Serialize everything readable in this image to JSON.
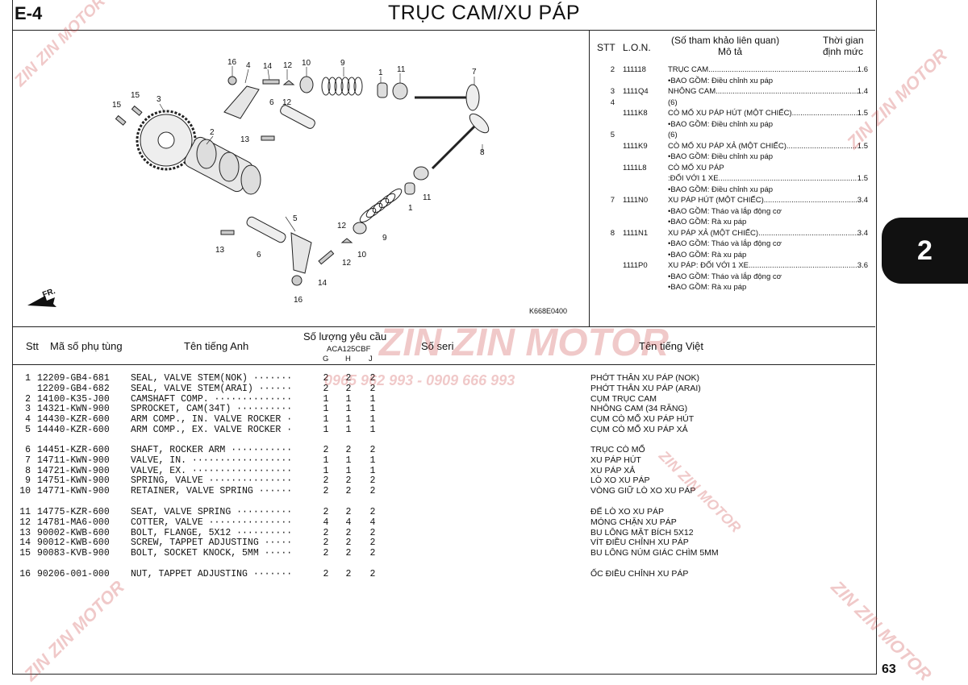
{
  "header": {
    "code": "E-4",
    "title": "TRỤC CAM/XU PÁP"
  },
  "diagram": {
    "callouts": [
      "16",
      "4",
      "14",
      "12",
      "10",
      "9",
      "1",
      "11",
      "7",
      "15",
      "15",
      "3",
      "6",
      "12",
      "2",
      "13",
      "8",
      "11",
      "1",
      "5",
      "12",
      "13",
      "6",
      "10",
      "9",
      "14",
      "12",
      "16"
    ],
    "fr_label": "FR.",
    "ref_code": "K668E0400"
  },
  "ref_panel": {
    "headers": {
      "stt": "STT",
      "lon": "L.O.N.",
      "desc_top": "(Số tham khảo liên quan)",
      "desc": "Mô tả",
      "time_top": "Thời gian",
      "time": "định mức"
    },
    "rows": [
      {
        "stt": "2",
        "lon": "111118",
        "desc": "TRỤC CAM",
        "val": "1.6"
      },
      {
        "stt": "",
        "lon": "",
        "desc": "•BAO GỒM: Điều chỉnh xu páp",
        "val": ""
      },
      {
        "stt": "3",
        "lon": "1111Q4",
        "desc": "NHÔNG CAM",
        "val": "1.4"
      },
      {
        "stt": "4",
        "lon": "",
        "desc": "(6)",
        "val": ""
      },
      {
        "stt": "",
        "lon": "1111K8",
        "desc": "CÒ MỔ XU PÁP HÚT (MỘT CHIẾC)",
        "val": "1.5"
      },
      {
        "stt": "",
        "lon": "",
        "desc": "•BAO GỒM: Điều chỉnh xu páp",
        "val": ""
      },
      {
        "stt": "5",
        "lon": "",
        "desc": "(6)",
        "val": ""
      },
      {
        "stt": "",
        "lon": "1111K9",
        "desc": "CÒ MỔ XU PÁP XẢ (MỘT CHIẾC)",
        "val": "1.5"
      },
      {
        "stt": "",
        "lon": "",
        "desc": "•BAO GỒM: Điều chỉnh xu páp",
        "val": ""
      },
      {
        "stt": "",
        "lon": "1111L8",
        "desc": "CÒ MỔ XU PÁP",
        "val": ""
      },
      {
        "stt": "",
        "lon": "",
        "desc": ":ĐỐI VỚI 1 XE",
        "val": "1.5"
      },
      {
        "stt": "",
        "lon": "",
        "desc": "•BAO GỒM: Điều chỉnh xu páp",
        "val": ""
      },
      {
        "stt": "7",
        "lon": "1111N0",
        "desc": "XU PÁP HÚT (MỘT CHIẾC)",
        "val": "3.4"
      },
      {
        "stt": "",
        "lon": "",
        "desc": "•BAO GỒM: Tháo và lắp động cơ",
        "val": ""
      },
      {
        "stt": "",
        "lon": "",
        "desc": "•BAO GỒM: Rà xu páp",
        "val": ""
      },
      {
        "stt": "8",
        "lon": "1111N1",
        "desc": "XU PÁP XẢ (MỘT CHIẾC)",
        "val": "3.4"
      },
      {
        "stt": "",
        "lon": "",
        "desc": "•BAO GỒM: Tháo và lắp động cơ",
        "val": ""
      },
      {
        "stt": "",
        "lon": "",
        "desc": "•BAO GỒM: Rà xu páp",
        "val": ""
      },
      {
        "stt": "",
        "lon": "1111P0",
        "desc": "XU PÁP: ĐỐI VỚI 1 XE",
        "val": "3.6"
      },
      {
        "stt": "",
        "lon": "",
        "desc": "•BAO GỒM: Tháo và lắp động cơ",
        "val": ""
      },
      {
        "stt": "",
        "lon": "",
        "desc": "•BAO GỒM: Rà xu páp",
        "val": ""
      }
    ]
  },
  "table": {
    "headers": {
      "stt": "Stt",
      "part": "Mã số phụ tùng",
      "eng": "Tên tiếng Anh",
      "qty": "Số lượng yêu cầu",
      "model": "ACA125CBF",
      "g": "G",
      "h": "H",
      "j": "J",
      "serial": "Số seri",
      "vn": "Tên tiếng Việt"
    },
    "rows": [
      {
        "stt": "1",
        "part": "12209-GB4-681",
        "eng": "SEAL, VALVE STEM(NOK) ·······",
        "g": "2",
        "h": "2",
        "j": "2",
        "vn": "PHỚT THÂN XU PÁP (NOK)"
      },
      {
        "stt": "",
        "part": "12209-GB4-682",
        "eng": "SEAL, VALVE STEM(ARAI) ······",
        "g": "2",
        "h": "2",
        "j": "2",
        "vn": "PHỚT THÂN XU PÁP (ARAI)"
      },
      {
        "stt": "2",
        "part": "14100-K35-J00",
        "eng": "CAMSHAFT COMP. ··············",
        "g": "1",
        "h": "1",
        "j": "1",
        "vn": "CỤM TRỤC CAM"
      },
      {
        "stt": "3",
        "part": "14321-KWN-900",
        "eng": "SPROCKET, CAM(34T) ··········",
        "g": "1",
        "h": "1",
        "j": "1",
        "vn": "NHÔNG CAM (34 RĂNG)"
      },
      {
        "stt": "4",
        "part": "14430-KZR-600",
        "eng": "ARM COMP., IN. VALVE ROCKER ·",
        "g": "1",
        "h": "1",
        "j": "1",
        "vn": "CỤM CÒ MỔ XU PÁP HÚT"
      },
      {
        "stt": "5",
        "part": "14440-KZR-600",
        "eng": "ARM COMP., EX. VALVE ROCKER ·",
        "g": "1",
        "h": "1",
        "j": "1",
        "vn": "CỤM CÒ MỔ XU PÁP XẢ"
      },
      {
        "stt": "6",
        "part": "14451-KZR-600",
        "eng": "SHAFT, ROCKER ARM ···········",
        "g": "2",
        "h": "2",
        "j": "2",
        "vn": "TRỤC CÒ MỔ"
      },
      {
        "stt": "7",
        "part": "14711-KWN-900",
        "eng": "VALVE, IN. ··················",
        "g": "1",
        "h": "1",
        "j": "1",
        "vn": "XU PÁP HÚT"
      },
      {
        "stt": "8",
        "part": "14721-KWN-900",
        "eng": "VALVE, EX. ··················",
        "g": "1",
        "h": "1",
        "j": "1",
        "vn": "XU PÁP XẢ"
      },
      {
        "stt": "9",
        "part": "14751-KWN-900",
        "eng": "SPRING, VALVE ···············",
        "g": "2",
        "h": "2",
        "j": "2",
        "vn": "LÒ XO XU PÁP"
      },
      {
        "stt": "10",
        "part": "14771-KWN-900",
        "eng": "RETAINER, VALVE SPRING ······",
        "g": "2",
        "h": "2",
        "j": "2",
        "vn": "VÒNG GIỮ LÒ XO XU PÁP"
      },
      {
        "stt": "11",
        "part": "14775-KZR-600",
        "eng": "SEAT, VALVE SPRING ··········",
        "g": "2",
        "h": "2",
        "j": "2",
        "vn": "ĐẾ LÒ XO XU PÁP"
      },
      {
        "stt": "12",
        "part": "14781-MA6-000",
        "eng": "COTTER, VALVE ···············",
        "g": "4",
        "h": "4",
        "j": "4",
        "vn": "MÓNG CHẶN XU PÁP"
      },
      {
        "stt": "13",
        "part": "90002-KWB-600",
        "eng": "BOLT, FLANGE, 5X12 ··········",
        "g": "2",
        "h": "2",
        "j": "2",
        "vn": "BU LÔNG MẶT BÍCH 5X12"
      },
      {
        "stt": "14",
        "part": "90012-KWB-600",
        "eng": "SCREW, TAPPET ADJUSTING ·····",
        "g": "2",
        "h": "2",
        "j": "2",
        "vn": "VÍT ĐIỀU CHỈNH XU PÁP"
      },
      {
        "stt": "15",
        "part": "90083-KVB-900",
        "eng": "BOLT, SOCKET KNOCK, 5MM ·····",
        "g": "2",
        "h": "2",
        "j": "2",
        "vn": "BU LÔNG NÚM GIÁC CHÌM 5MM"
      },
      {
        "stt": "16",
        "part": "90206-001-000",
        "eng": "NUT, TAPPET ADJUSTING ·······",
        "g": "2",
        "h": "2",
        "j": "2",
        "vn": "ỐC ĐIỀU CHỈNH XU PÁP"
      }
    ]
  },
  "side_tab": "2",
  "page_number": "63",
  "watermark": {
    "brand": "ZIN ZIN MOTOR",
    "phone": "0965 962 993 - 0909 666 993"
  }
}
